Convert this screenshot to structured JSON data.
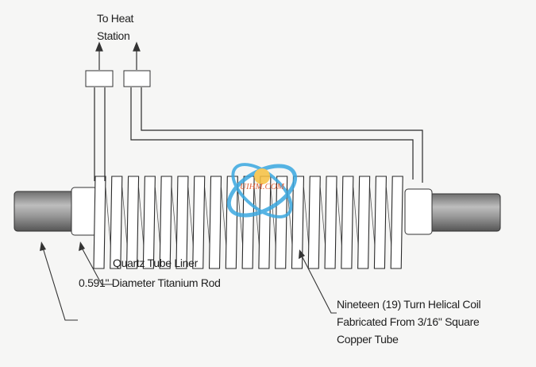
{
  "labels": {
    "heat_station": [
      "To Heat",
      "Station"
    ],
    "quartz": "Quartz Tube Liner",
    "rod": "0.591\" Diameter Titanium Rod",
    "coil": [
      "Nineteen (19) Turn Helical Coil",
      "Fabricated From 3/16\" Square",
      "Copper Tube"
    ]
  },
  "coil_turns": 19,
  "watermark": {
    "text": "UIHM.COM",
    "colors": {
      "ring": "#3aa8e0",
      "sun": "#f0a020",
      "text": "#e04a1a"
    }
  },
  "colors": {
    "line": "#2a2a2a",
    "rod": "#8a8a8a",
    "background": "#f6f6f5"
  }
}
